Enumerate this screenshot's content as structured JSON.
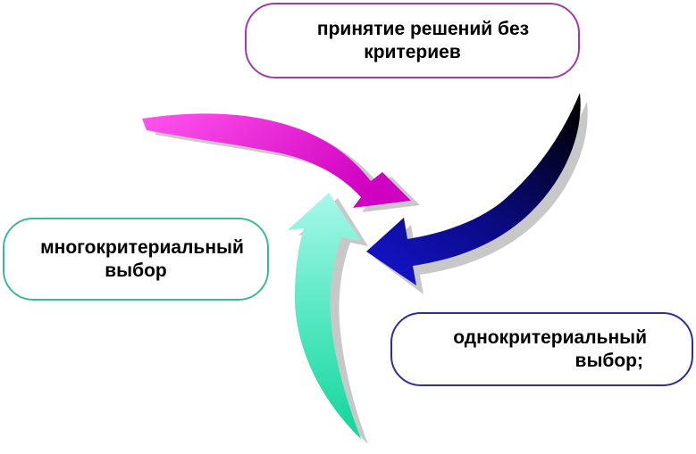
{
  "diagram": {
    "boxes": {
      "top": {
        "line1": "принятие решений без",
        "line2": "критериев"
      },
      "left": {
        "line1": "многокритериальный",
        "line2": "выбор"
      },
      "right": {
        "line1": "однокритериальный",
        "line2": "выбор;"
      }
    },
    "colors": {
      "magenta_arrow": "#ee22cc",
      "navy_arrow_start": "#000000",
      "navy_arrow_end": "#1414c8",
      "green_arrow_start": "#8ef5e3",
      "green_arrow_end": "#1fd6a0",
      "top_box_border": "#a03ca8",
      "left_box_border": "#3fb79a",
      "right_box_border": "#2d2f9e"
    }
  }
}
